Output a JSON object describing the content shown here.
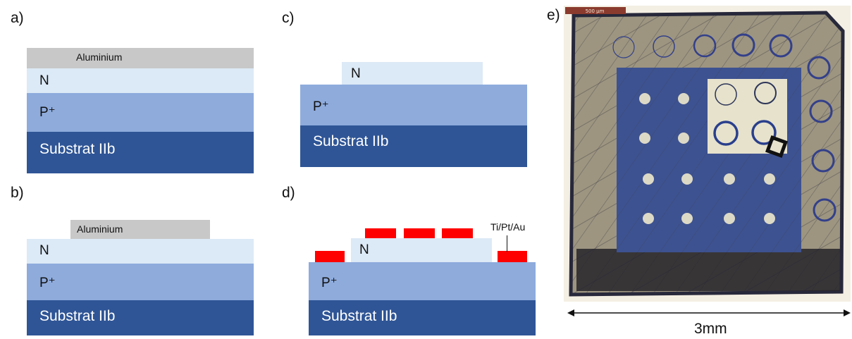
{
  "panels": {
    "a": {
      "label": "a)",
      "aluminium": "Aluminium",
      "n": "N",
      "p": "P⁺",
      "substrate": "Substrat IIb"
    },
    "b": {
      "label": "b)",
      "aluminium": "Aluminium",
      "n": "N",
      "p": "P⁺",
      "substrate": "Substrat IIb"
    },
    "c": {
      "label": "c)",
      "n": "N",
      "p": "P⁺",
      "substrate": "Substrat IIb"
    },
    "d": {
      "label": "d)",
      "n": "N",
      "p": "P⁺",
      "substrate": "Substrat IIb",
      "metal": "Ti/Pt/Au"
    },
    "e": {
      "label": "e)",
      "scale_bar": "500 µm",
      "dimension": "3mm"
    }
  },
  "colors": {
    "aluminium": "#c8c8c8",
    "n_layer": "#dce9f6",
    "p_layer": "#8eabdc",
    "substrate": "#2f5596",
    "contact": "#ff0000"
  }
}
